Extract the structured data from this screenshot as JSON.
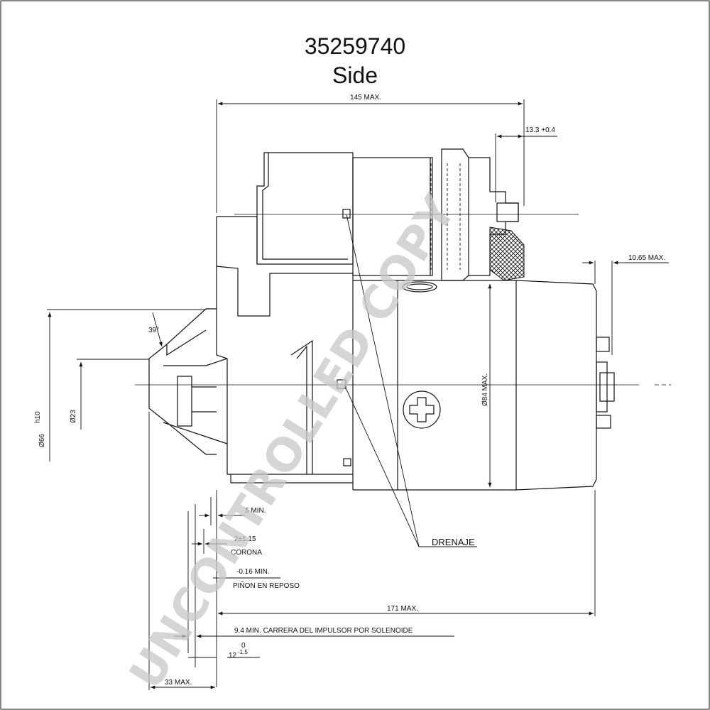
{
  "drawing": {
    "part_number": "35259740",
    "view": "Side"
  },
  "dimensions": {
    "overall_max": "145 MAX.",
    "terminal": "13.3 +0.4",
    "rear_max": "10.65 MAX.",
    "angle": "39°",
    "diam_66": "Ø66",
    "tolerance_h10": "h10",
    "diam_23": "Ø23",
    "diam_84": "Ø84 MAX.",
    "min_5": "5 MIN.",
    "corona_value": "2±1.15",
    "corona_label": "CORONA",
    "pinion_value": "-0.16 MIN.",
    "pinion_label": "PIÑON EN REPOSO",
    "total_max": "171 MAX.",
    "stroke": "9.4 MIN. CARRERA DEL IMPULSOR POR SOLENOIDE",
    "dim_12": "12",
    "dim_12_upper": "0",
    "dim_12_lower": "-1.5",
    "front_max": "33 MAX."
  },
  "labels": {
    "drain": "DRENAJE"
  },
  "watermark": "UNCONTROLLED COPY"
}
